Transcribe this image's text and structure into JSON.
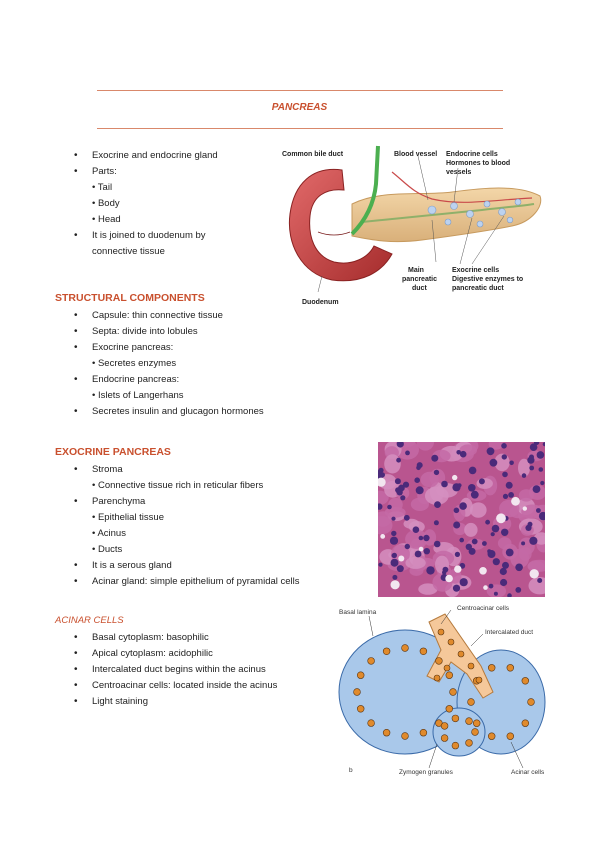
{
  "title": "PANCREAS",
  "intro": {
    "items": [
      "Exocrine and endocrine gland",
      "Parts:"
    ],
    "parts": [
      "• Tail",
      "• Body",
      "• Head"
    ],
    "joined": [
      "It is joined to duodenum by",
      "connective tissue"
    ]
  },
  "figure1": {
    "labels": {
      "common_bile_duct": "Common bile duct",
      "blood_vessel": "Blood vessel",
      "endocrine_1": "Endocrine cells",
      "endocrine_2": "Hormones to blood",
      "endocrine_3": "vessels",
      "main_1": "Main",
      "main_2": "pancreatic",
      "main_3": "duct",
      "exocrine_1": "Exocrine cells",
      "exocrine_2": "Digestive enzymes to",
      "exocrine_3": "pancreatic duct",
      "duodenum": "Duodenum"
    }
  },
  "structural": {
    "heading": "STRUCTURAL COMPONENTS",
    "items": {
      "capsule": "Capsule: thin connective tissue",
      "septa": "Septa: divide into lobules",
      "exocrine": "Exocrine pancreas:",
      "exocrine_sub": "• Secretes enzymes",
      "endocrine": "Endocrine pancreas:",
      "endocrine_sub": "• Islets of Langerhans",
      "secretes": "Secretes insulin and glucagon hormones"
    }
  },
  "exocrine": {
    "heading": "EXOCRINE PANCREAS",
    "items": {
      "stroma": "Stroma",
      "stroma_sub": "• Connective tissue rich in reticular fibers",
      "parenchyma": "Parenchyma",
      "par_sub1": "• Epithelial tissue",
      "par_sub2": "• Acinus",
      "par_sub3": "• Ducts",
      "serous": "It is a serous gland",
      "acinar": "Acinar gland: simple epithelium of pyramidal cells"
    }
  },
  "acinar": {
    "heading": "ACINAR CELLS",
    "items": [
      "Basal cytoplasm: basophilic",
      "Apical cytoplasm: acidophilic",
      "Intercalated duct begins within the acinus",
      "Centroacinar cells: located inside the acinus",
      "Light staining"
    ]
  },
  "figure3": {
    "labels": {
      "basal": "Basal lamina",
      "centro": "Centroacinar cells",
      "intercalated": "Intercalated duct",
      "b": "b",
      "zymogen": "Zymogen granules",
      "acinar": "Acinar cells"
    }
  }
}
